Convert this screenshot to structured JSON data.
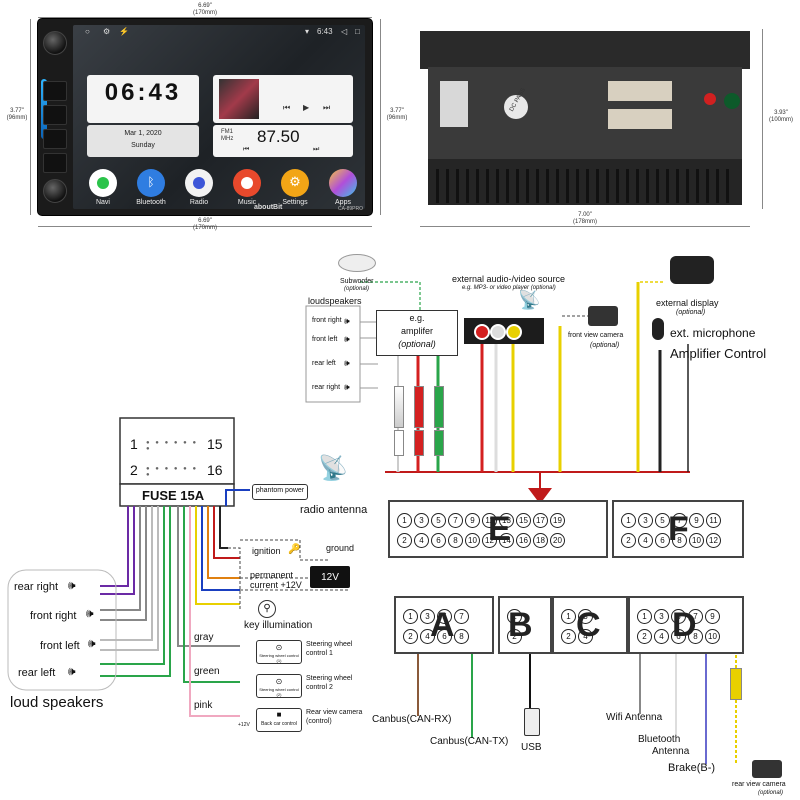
{
  "dims": {
    "top_width": "6.69\"",
    "top_width_mm": "(170mm)",
    "bottom_width": "6.69\"",
    "bottom_width_mm": "(170mm)",
    "left_height": "3.77\"",
    "left_height_mm": "(96mm)",
    "right_height": "3.77\"",
    "right_height_mm": "(96mm)",
    "back_width": "7.00\"",
    "back_width_mm": "(178mm)",
    "back_height": "3.93\"",
    "back_height_mm": "(100mm)"
  },
  "screen": {
    "time": "06:43",
    "status_time": "6:43",
    "date": "Mar 1, 2020",
    "weekday": "Sunday",
    "fm_band": "FM1",
    "fm_unit": "MHz",
    "frequency": "87.50",
    "brand": "aboutBit",
    "model": "CA-89PRO",
    "apps": [
      {
        "label": "Navi",
        "color": "#ffffff"
      },
      {
        "label": "Bluetooth",
        "color": "#2f7de1"
      },
      {
        "label": "Radio",
        "color": "#f2f2f2"
      },
      {
        "label": "Music",
        "color": "#e8492c"
      },
      {
        "label": "Settings",
        "color": "#f2a516"
      },
      {
        "label": "Apps",
        "color": "#b04fd9"
      }
    ]
  },
  "backpanel": {
    "sticker": "DC PASS"
  },
  "top_diagram": {
    "subwoofer": "Subwoofer",
    "subwoofer_note": "(optional)",
    "loudspeakers_title": "loudspeakers",
    "speakers": [
      "front right",
      "front left",
      "rear left",
      "rear right"
    ],
    "amplifier": "e.g.",
    "amplifier2": "amplifer",
    "amplifier_note": "(optional)",
    "av_source": "external audio-/video source",
    "av_source_note": "e.g. MP3- or video player (optional)",
    "front_camera": "front view camera",
    "front_camera_note": "(optional)",
    "ext_display": "external display",
    "ext_display_note": "(optional)",
    "microphone": "ext. microphone",
    "amp_control": "Amplifier Control"
  },
  "harness": {
    "pin_left_top": "1",
    "pin_right_top": "15",
    "pin_left_bottom": "2",
    "pin_right_bottom": "16",
    "fuse": "FUSE  15A",
    "phantom_power": "phantom power",
    "radio_antenna": "radio antenna",
    "ignition": "ignition",
    "ground": "ground",
    "permanent": "permanent",
    "current": "current +12V",
    "battery": "12V",
    "key_illum": "key illumination",
    "speakers": [
      "rear right",
      "front right",
      "front left",
      "rear left"
    ],
    "loud_speakers": "loud speakers",
    "gray": "gray",
    "green": "green",
    "pink": "pink",
    "sw1_icon": "Steering wheel control (1)",
    "sw1": "Steering wheel",
    "sw1b": "control 1",
    "sw2_icon": "Steering wheel control (2)",
    "sw2": "Steering wheel",
    "sw2b": "control 2",
    "cam_icon": "Back car control",
    "plus12": "+12V",
    "rear_cam": "Rear view camera",
    "rear_cam2": "(control)"
  },
  "connectors": {
    "E": "E",
    "F": "F",
    "A": "A",
    "B": "B",
    "C": "C",
    "D": "D",
    "E_top": [
      "1",
      "3",
      "5",
      "7",
      "9",
      "11",
      "13",
      "15",
      "17",
      "19"
    ],
    "E_bot": [
      "2",
      "4",
      "6",
      "8",
      "10",
      "12",
      "14",
      "16",
      "18",
      "20"
    ],
    "F_top": [
      "1",
      "3",
      "5",
      "7",
      "9",
      "11"
    ],
    "F_bot": [
      "2",
      "4",
      "6",
      "8",
      "10",
      "12"
    ],
    "A_top": [
      "1",
      "3",
      "5",
      "7"
    ],
    "A_bot": [
      "2",
      "4",
      "6",
      "8"
    ],
    "B_top": [
      "1"
    ],
    "B_bot": [
      "2"
    ],
    "C_top": [
      "1",
      "3"
    ],
    "C_bot": [
      "2",
      "4"
    ],
    "D_top": [
      "1",
      "3",
      "5",
      "7",
      "9"
    ],
    "D_bot": [
      "2",
      "4",
      "6",
      "8",
      "10"
    ]
  },
  "bottom_labels": {
    "canbus_rx": "Canbus(CAN-RX)",
    "canbus_tx": "Canbus(CAN-TX)",
    "usb": "USB",
    "wifi": "Wifi Antenna",
    "bt": "Bluetooth",
    "bt2": "Antenna",
    "brake": "Brake(B-)",
    "rear_camera": "rear view camera",
    "rear_camera_note": "(optional)"
  }
}
